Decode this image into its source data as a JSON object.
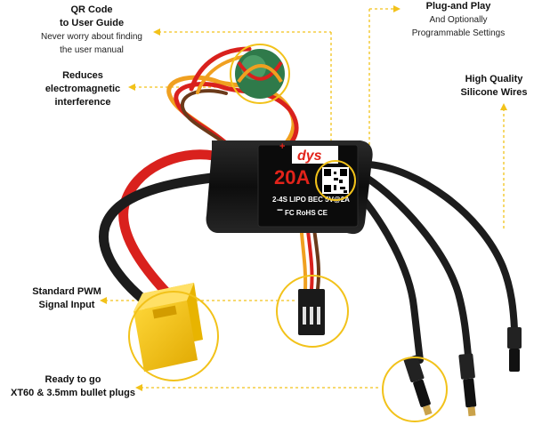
{
  "colors": {
    "accent": "#f2c21a",
    "esc_body": "#141414",
    "wire_red": "#d9211d",
    "wire_black": "#1c1c1c",
    "connector_yellow": "#f3c400",
    "logo_red": "#e2231a"
  },
  "callouts": {
    "qr": {
      "title_line1": "QR  Code",
      "title_line2": "to User Guide",
      "sub_line1": "Never worry about finding",
      "sub_line2": "the user manual"
    },
    "emi": {
      "title_line1": "Reduces",
      "title_line2": "electromagnetic",
      "title_line3": "interference"
    },
    "plug": {
      "title": "Plug-and Play",
      "sub_line1": "And Optionally",
      "sub_line2": "Programmable Settings"
    },
    "wires": {
      "title_line1": "High Quality",
      "title_line2": "Silicone Wires"
    },
    "pwm": {
      "title_line1": "Standard PWM",
      "title_line2": "Signal Input"
    },
    "plugs": {
      "title_line1": "Ready to go",
      "title_line2": "XT60 & 3.5mm bullet plugs"
    }
  },
  "esc": {
    "brand": "dys",
    "rating": "20A",
    "spec": "2-4S LIPO BEC 5V@2A",
    "certs": "FC RoHS CE",
    "plus": "+",
    "minus": "−"
  }
}
